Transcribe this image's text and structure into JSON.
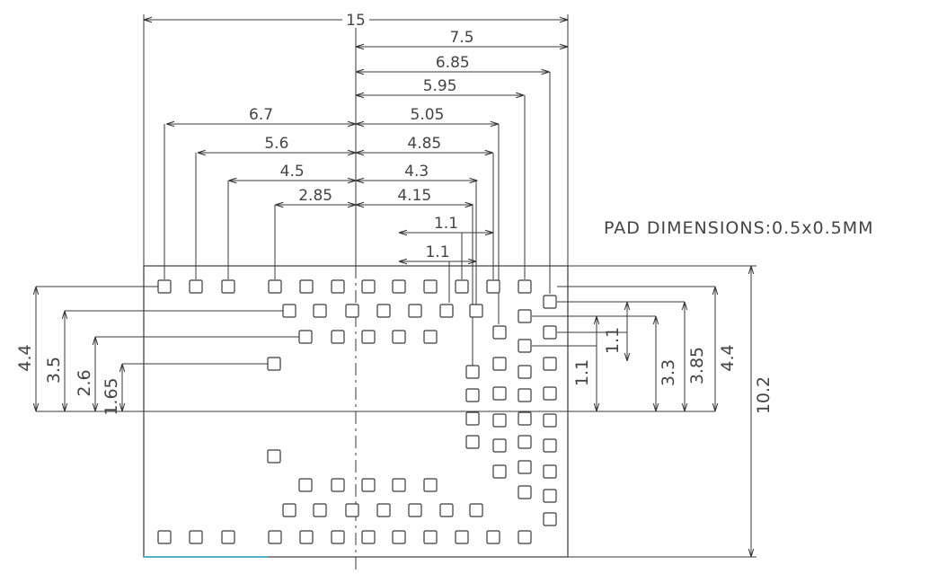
{
  "note": "PAD DIMENSIONS:0.5x0.5MM",
  "colors": {
    "line": "#3a3a3a",
    "text": "#444444",
    "accent": "#4fb3c8"
  },
  "horizontal_dimensions": [
    {
      "label": "15",
      "from": -7.5,
      "to": 7.5,
      "row": 0
    },
    {
      "label": "7.5",
      "from": 0,
      "to": 7.5,
      "row": 1
    },
    {
      "label": "6.85",
      "from": 0,
      "to": 6.85,
      "row": 2
    },
    {
      "label": "5.95",
      "from": 0,
      "to": 5.95,
      "row": 3
    },
    {
      "label": "6.7",
      "from": -6.7,
      "to": 0,
      "row": 4
    },
    {
      "label": "5.05",
      "from": 0,
      "to": 5.05,
      "row": 4
    },
    {
      "label": "5.6",
      "from": -5.6,
      "to": 0,
      "row": 5
    },
    {
      "label": "4.85",
      "from": 0,
      "to": 4.85,
      "row": 5
    },
    {
      "label": "4.5",
      "from": -4.5,
      "to": 0,
      "row": 6
    },
    {
      "label": "4.3",
      "from": 0,
      "to": 4.3,
      "row": 6
    },
    {
      "label": "2.85",
      "from": -2.85,
      "to": 0,
      "row": 7
    },
    {
      "label": "4.15",
      "from": 0,
      "to": 4.15,
      "row": 7
    },
    {
      "label": "1.1",
      "from": 1.45,
      "to": 4.85,
      "row": 8
    },
    {
      "label": "1.1",
      "from": 1.45,
      "to": 4.3,
      "row": 9
    }
  ],
  "vertical_dimensions": [
    {
      "label": "4.4",
      "side": "left",
      "value": 4.4
    },
    {
      "label": "3.5",
      "side": "left",
      "value": 3.5
    },
    {
      "label": "2.6",
      "side": "left",
      "value": 2.6
    },
    {
      "label": "1.65",
      "side": "left",
      "value": 1.65
    },
    {
      "label": "1.1",
      "side": "right",
      "value": 1.1
    },
    {
      "label": "1.1",
      "side": "right",
      "value": 1.1
    },
    {
      "label": "3.3",
      "side": "right",
      "value": 3.3
    },
    {
      "label": "3.85",
      "side": "right",
      "value": 3.85
    },
    {
      "label": "4.4",
      "side": "right",
      "value": 4.4
    },
    {
      "label": "10.2",
      "side": "right",
      "value": 10.2
    }
  ]
}
